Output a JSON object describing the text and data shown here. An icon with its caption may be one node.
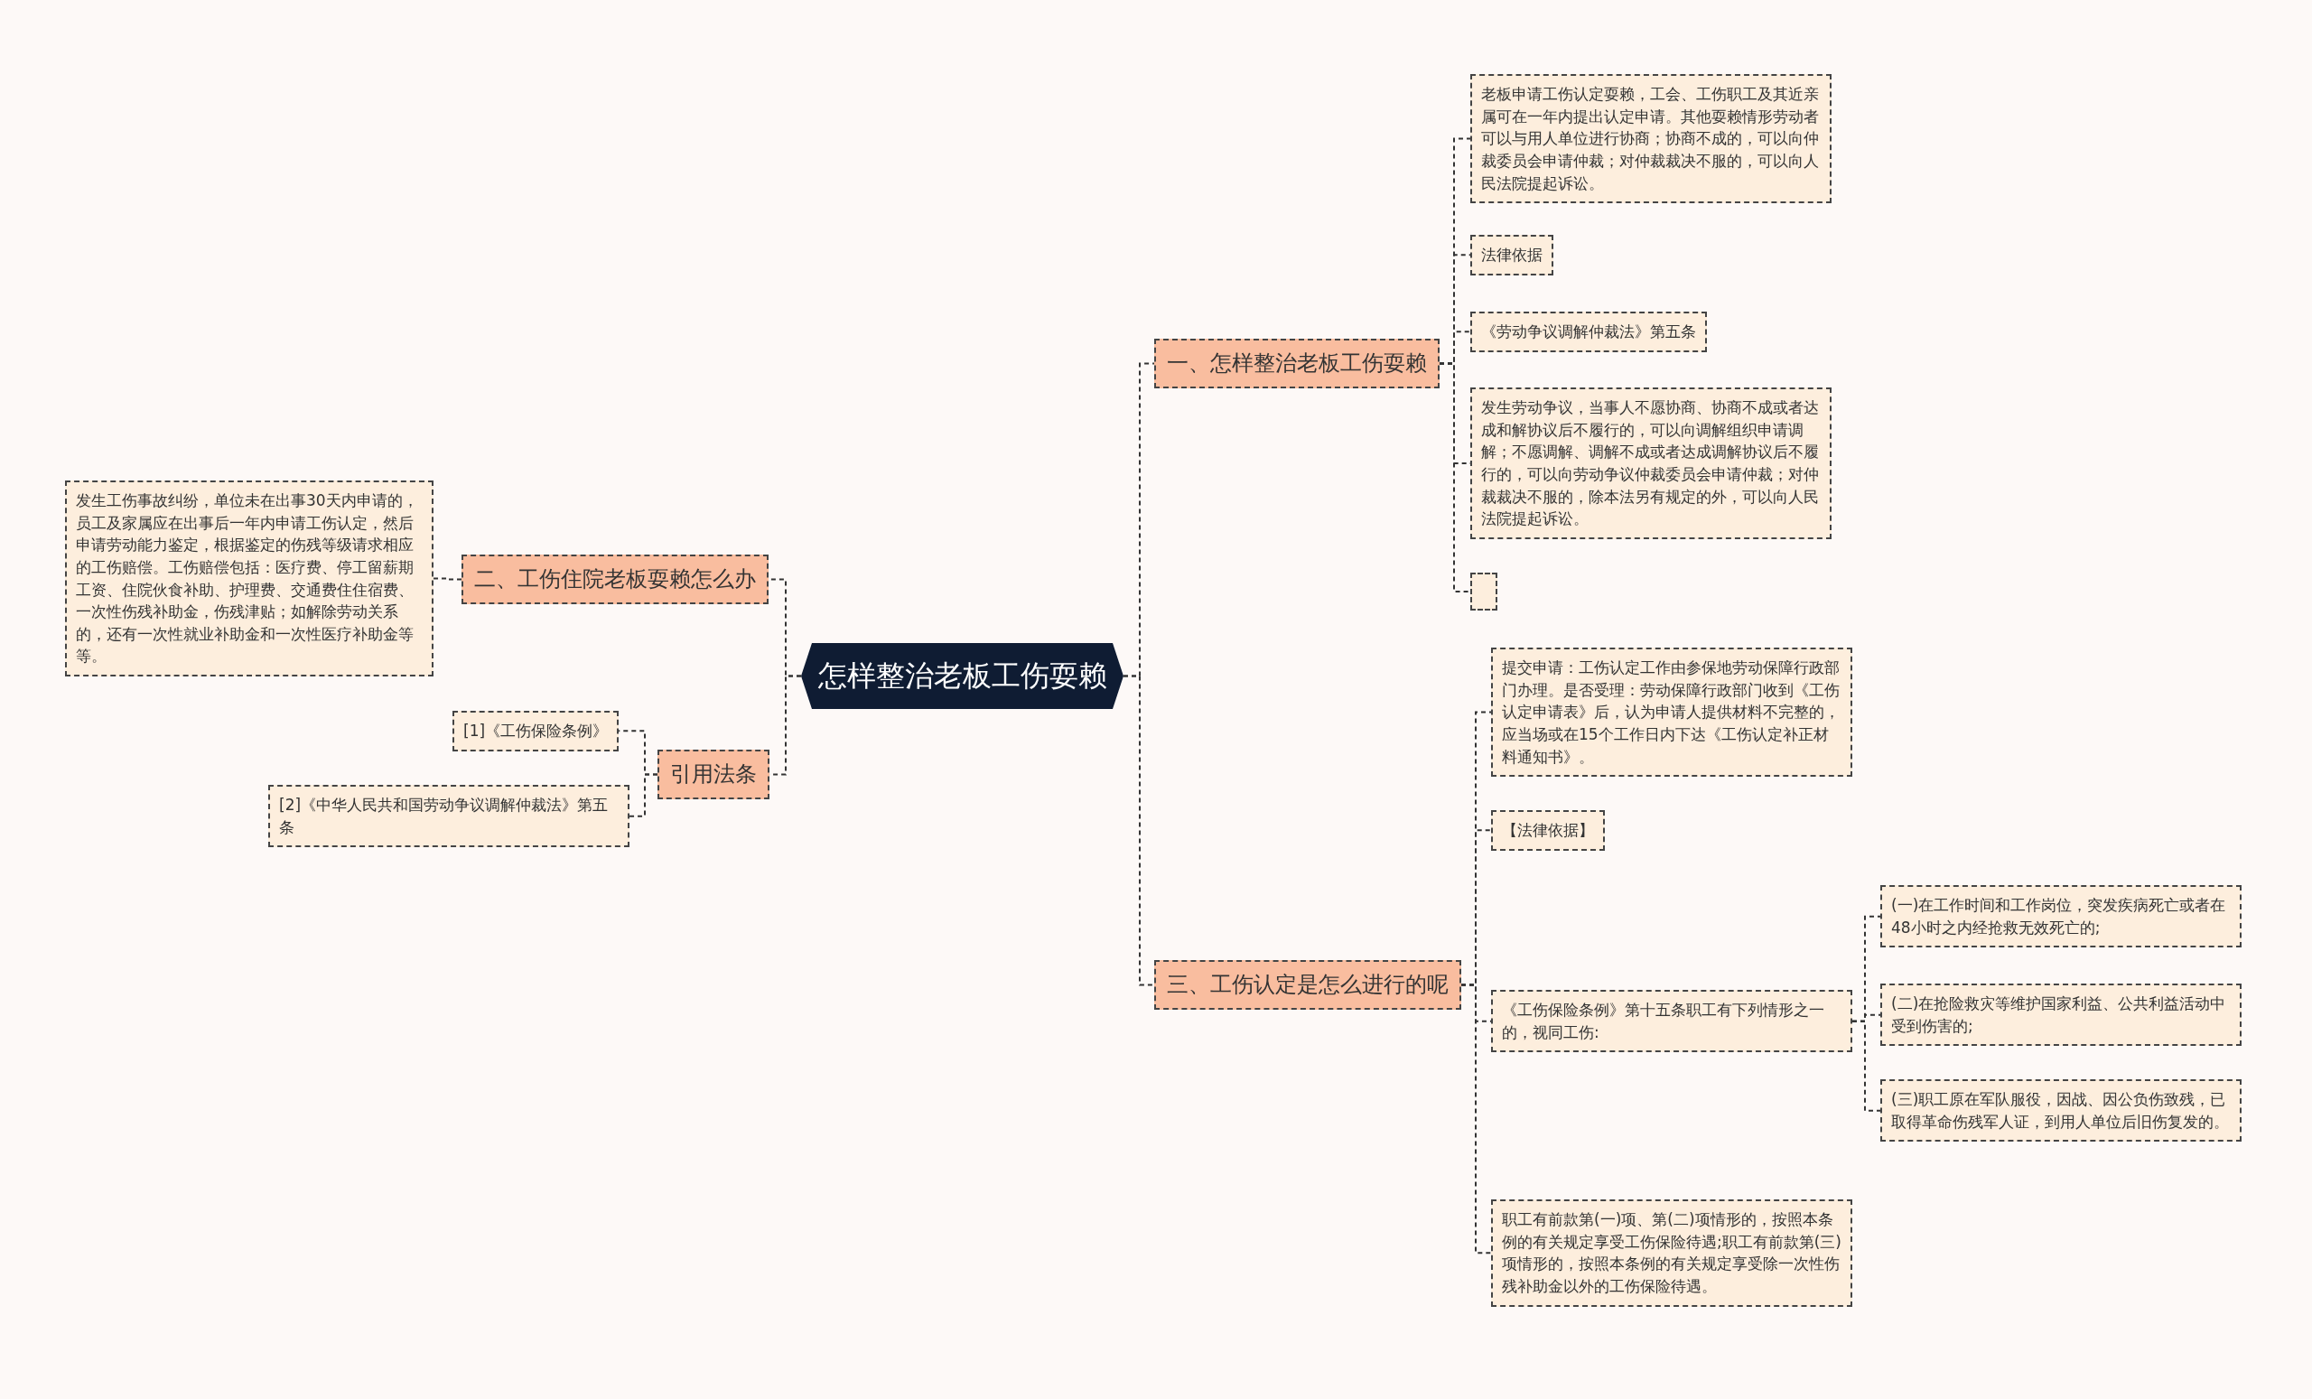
{
  "diagram": {
    "nodes": [
      {
        "text": [
          "怎样整治老板工伤耍赖"
        ]
      },
      {
        "text": [
          "一、怎样整治老板工伤耍赖"
        ]
      },
      {
        "text": [
          "老板申请工伤认定耍赖，工会、工伤职工及其近亲属可在一年内提出认定申请。其他耍赖情形劳动者可以与用人单位进行协商；协商不成的，可以向仲裁委员会申请仲裁；对仲裁裁决不服的，可以向人民法院提起诉讼。"
        ]
      },
      {
        "text": [
          "法律依据"
        ]
      },
      {
        "text": [
          "《劳动争议调解仲裁法》第五条"
        ]
      },
      {
        "text": [
          "发生劳动争议，当事人不愿协商、协商不成或者达成和解协议后不履行的，可以向调解组织申请调解；不愿调解、调解不成或者达成调解协议后不履行的，可以向劳动争议仲裁委员会申请仲裁；对仲裁裁决不服的，除本法另有规定的外，可以向人民法院提起诉讼。"
        ]
      },
      {
        "text": [],
        "shape": "box"
      },
      {
        "text": [
          "三、工伤认定是怎么进行的呢"
        ]
      },
      {
        "text": [
          "提交申请：工伤认定工作由参保地劳动保障行政部门办理。是否受理：劳动保障行政部门收到《工伤认定申请表》后，认为申请人提供材料不完整的，应当场或在15个工作日内下达《工伤认定补正材料通知书》。"
        ]
      },
      {
        "text": [
          "【法律依据】"
        ]
      },
      {
        "text": [
          "《工伤保险条例》第十五条职工有下列情形之一的，视同工伤:"
        ]
      },
      {
        "text": [
          "(一)在工作时间和工作岗位，突发疾病死亡或者在48小时之内经抢救无效死亡的;"
        ]
      },
      {
        "text": [
          "(二)在抢险救灾等维护国家利益、公共利益活动中受到伤害的;"
        ]
      },
      {
        "text": [
          "(三)职工原在军队服役，因战、因公负伤致残，已取得革命伤残军人证，到用人单位后旧伤复发的。"
        ]
      },
      {
        "text": [
          "职工有前款第(一)项、第(二)项情形的，按照本条例的有关规定享受工伤保险待遇;职工有前款第(三)项情形的，按照本条例的有关规定享受除一次性伤残补助金以外的工伤保险待遇。"
        ]
      },
      {
        "text": [
          "二、工伤住院老板耍赖怎么办"
        ]
      },
      {
        "text": [
          "发生工伤事故纠纷，单位未在出事30天内申请的，员工及家属应在出事后一年内申请工伤认定，然后申请劳动能力鉴定，根据鉴定的伤残等级请求相应的工伤赔偿。工伤赔偿包括：医疗费、停工留薪期工资、住院伙食补助、护理费、交通费住住宿费、一次性伤残补助金，伤残津贴；如解除劳动关系的，还有一次性就业补助金和一次性医疗补助金等等。"
        ]
      },
      {
        "text": [
          "引用法条"
        ]
      },
      {
        "text": [
          "[1]《工伤保险条例》"
        ]
      },
      {
        "text": [
          "[2]《中华人民共和国劳动争议调解仲裁法》第五条"
        ]
      }
    ],
    "edges": [
      {
        "from": 0,
        "to": 1,
        "arrow": "none"
      },
      {
        "from": 1,
        "to": 2,
        "arrow": "none"
      },
      {
        "from": 1,
        "to": 3,
        "arrow": "none"
      },
      {
        "from": 1,
        "to": 4,
        "arrow": "none"
      },
      {
        "from": 1,
        "to": 5,
        "arrow": "none"
      },
      {
        "from": 1,
        "to": 6,
        "arrow": "none"
      },
      {
        "from": 0,
        "to": 7,
        "arrow": "none"
      },
      {
        "from": 7,
        "to": 8,
        "arrow": "none"
      },
      {
        "from": 7,
        "to": 9,
        "arrow": "none"
      },
      {
        "from": 7,
        "to": 10,
        "arrow": "none"
      },
      {
        "from": 10,
        "to": 11,
        "arrow": "none"
      },
      {
        "from": 10,
        "to": 12,
        "arrow": "none"
      },
      {
        "from": 10,
        "to": 13,
        "arrow": "none"
      },
      {
        "from": 7,
        "to": 14,
        "arrow": "none"
      },
      {
        "from": 0,
        "to": 15,
        "arrow": "none"
      },
      {
        "from": 15,
        "to": 16,
        "arrow": "none"
      },
      {
        "from": 0,
        "to": 17,
        "arrow": "none"
      },
      {
        "from": 17,
        "to": 18,
        "arrow": "none"
      },
      {
        "from": 17,
        "to": 19,
        "arrow": "none"
      }
    ]
  }
}
